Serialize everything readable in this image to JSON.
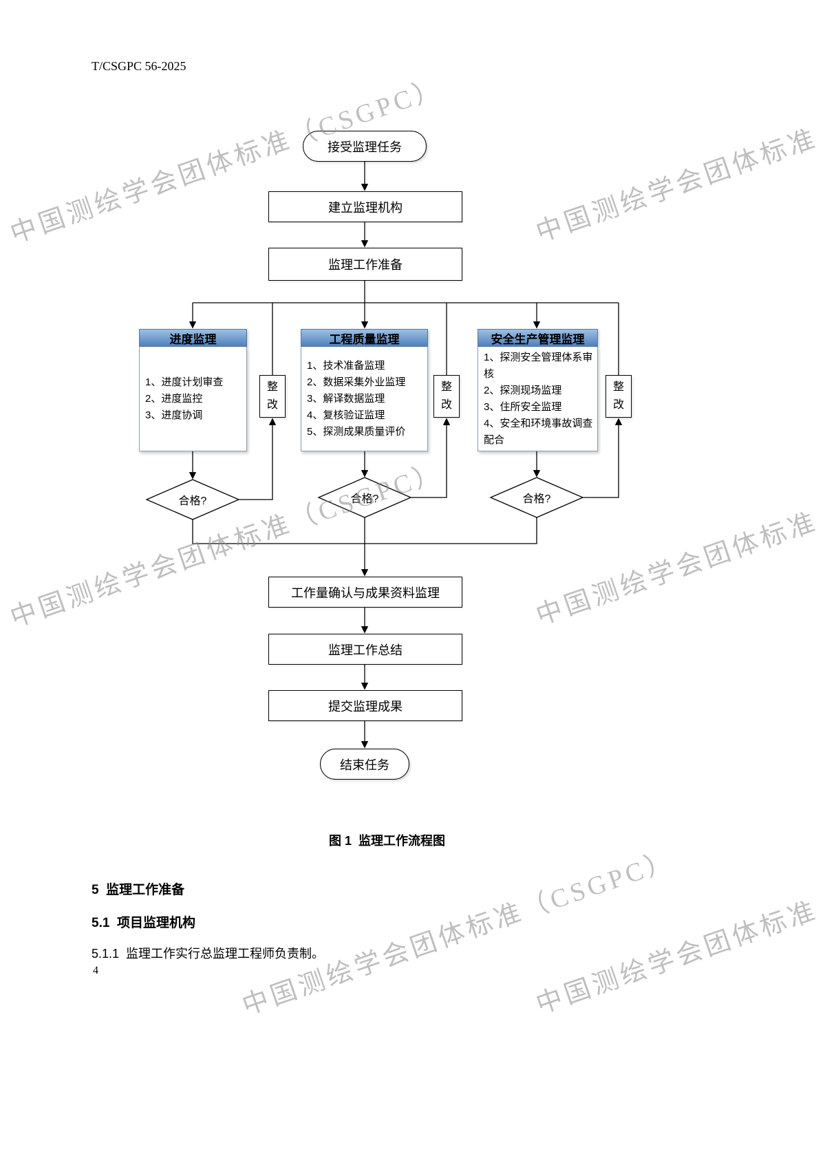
{
  "page": {
    "doc_code": "T/CSGPC 56-2025",
    "page_number": "4",
    "watermark_text": "中国测绘学会团体标准（CSGPC）"
  },
  "flowchart": {
    "caption": "图 1  监理工作流程图",
    "nodes": {
      "start": "接受监理任务",
      "establish": "建立监理机构",
      "prepare": "监理工作准备",
      "workload": "工作量确认与成果资料监理",
      "summary": "监理工作总结",
      "submit": "提交监理成果",
      "end": "结束任务",
      "rectify": "整改",
      "qualified": "合格?"
    },
    "branches": [
      {
        "title": "进度监理",
        "items": [
          "1、进度计划审查",
          "2、进度监控",
          "3、进度协调"
        ]
      },
      {
        "title": "工程质量监理",
        "items": [
          "1、技术准备监理",
          "2、数据采集外业监理",
          "3、解译数据监理",
          "4、复核验证监理",
          "5、探测成果质量评价"
        ]
      },
      {
        "title": "安全生产管理监理",
        "items": [
          "1、探测安全管理体系审核",
          "2、探测现场监理",
          "3、住所安全监理",
          "4、安全和环境事故调查配合"
        ]
      }
    ]
  },
  "sections": {
    "heading_5": "5  监理工作准备",
    "heading_5_1": "5.1  项目监理机构",
    "clause_5_1_1": "5.1.1  监理工作实行总监理工程师负责制。"
  },
  "colors": {
    "accent-blue": "#4f81bd",
    "accent-blue-light": "#9dc0e4",
    "border-gray": "#8c9cae",
    "watermark-gray": "#8c8c8c"
  }
}
